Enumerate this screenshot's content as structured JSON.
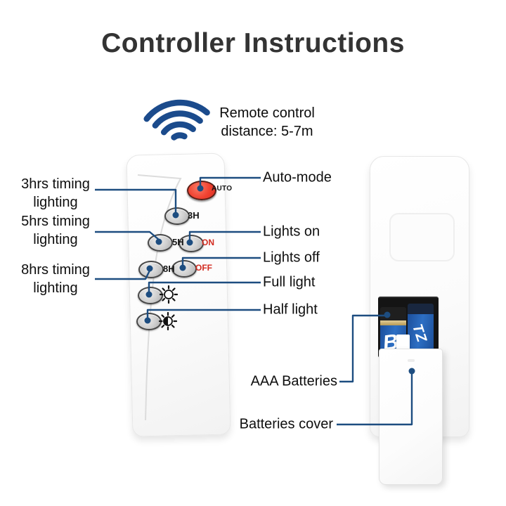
{
  "header": {
    "title": "Controller Instructions"
  },
  "signal": {
    "line1": "Remote control",
    "line2": "distance: 5-7m"
  },
  "remote_front": {
    "auto": "AUTO",
    "h3": "3H",
    "h5": "5H",
    "on": "ON",
    "h8": "8H",
    "off": "OFF"
  },
  "callouts": {
    "timing3": {
      "l1": "3hrs timing",
      "l2": "lighting"
    },
    "timing5": {
      "l1": "5hrs timing",
      "l2": "lighting"
    },
    "timing8": {
      "l1": "8hrs timing",
      "l2": "lighting"
    },
    "auto_mode": "Auto-mode",
    "lights_on": "Lights on",
    "lights_off": "Lights off",
    "full_light": "Full light",
    "half_light": "Half light",
    "aaa_batteries": "AAA Batteries",
    "batteries_cover": "Batteries cover"
  },
  "battery": {
    "brand_b": "B",
    "brand_tz": "TZ"
  },
  "colors": {
    "callout_blue": "#1d4d80",
    "wifi_blue": "#1b4b8c",
    "auto_red": "#ef4134",
    "onoff_red": "#d32b1f",
    "battery_blue": "#2d6fc4",
    "title_gray": "#333333"
  }
}
